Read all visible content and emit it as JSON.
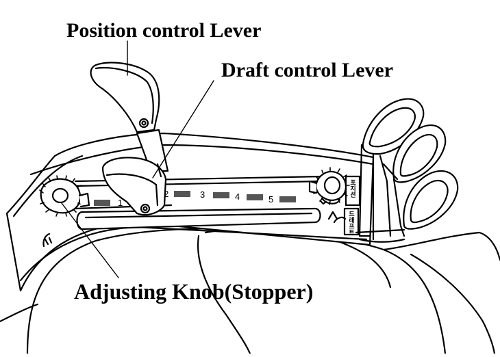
{
  "callouts": {
    "position_lever": "Position control Lever",
    "draft_lever": "Draft control Lever",
    "adjusting_knob": "Adjusting Knob(Stopper)"
  },
  "scale": {
    "marks": [
      "1",
      "2",
      "3",
      "4",
      "5"
    ]
  },
  "panel_text": {
    "position_korean": "포지션",
    "draft_korean": "드래프트"
  },
  "colors": {
    "line": "#000000",
    "background": "#ffffff",
    "scale_bar": "#555555"
  }
}
